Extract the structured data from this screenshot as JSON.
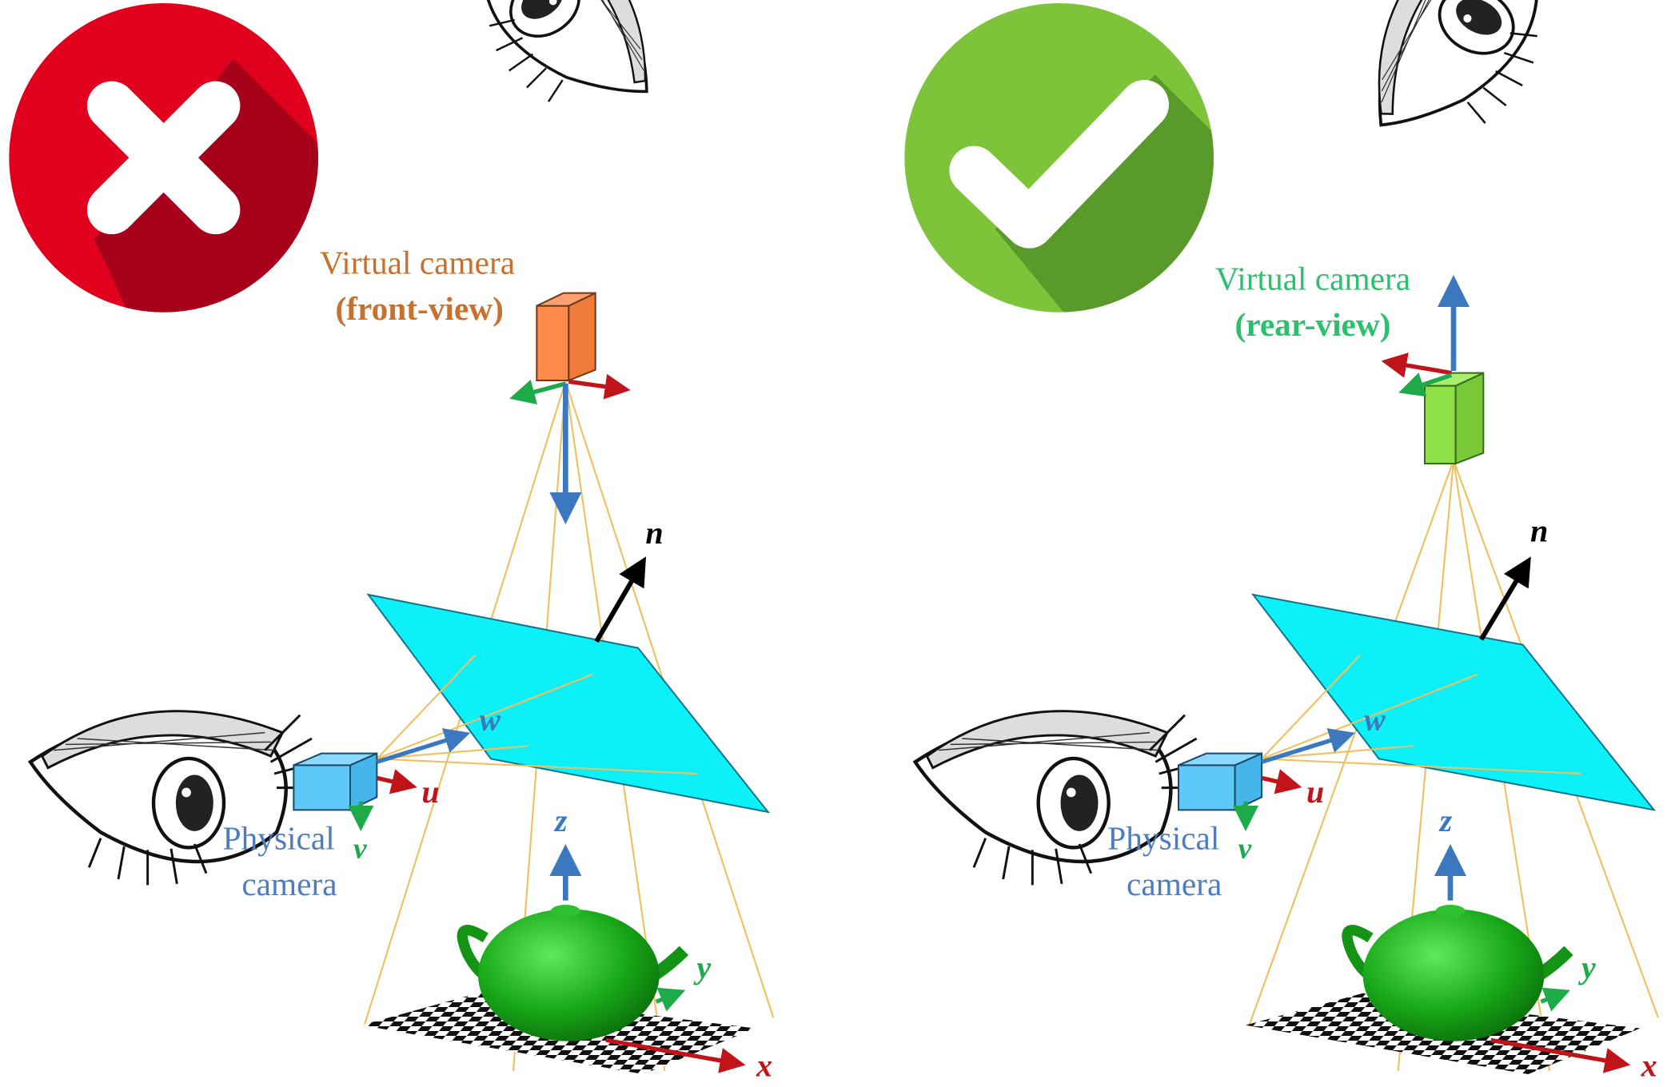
{
  "left_panel": {
    "status": "incorrect",
    "status_icon": "x-circle-icon",
    "status_color": "#e2001f",
    "virtual_camera": {
      "label": "Virtual camera",
      "view": "(front-view)",
      "color": "#c8702e"
    },
    "physical_camera": {
      "label_line1": "Physical",
      "label_line2": "camera",
      "color": "#4d7cc2"
    },
    "axes": {
      "u": "u",
      "v": "v",
      "w": "w",
      "n": "n",
      "x": "x",
      "y": "y",
      "z": "z"
    }
  },
  "right_panel": {
    "status": "correct",
    "status_icon": "check-circle-icon",
    "status_color": "#7dc43a",
    "virtual_camera": {
      "label": "Virtual camera",
      "view": "(rear-view)",
      "color": "#2cbf6e"
    },
    "physical_camera": {
      "label_line1": "Physical",
      "label_line2": "camera",
      "color": "#4d7cc2"
    },
    "axes": {
      "u": "u",
      "v": "v",
      "w": "w",
      "n": "n",
      "x": "x",
      "y": "y",
      "z": "z"
    }
  }
}
